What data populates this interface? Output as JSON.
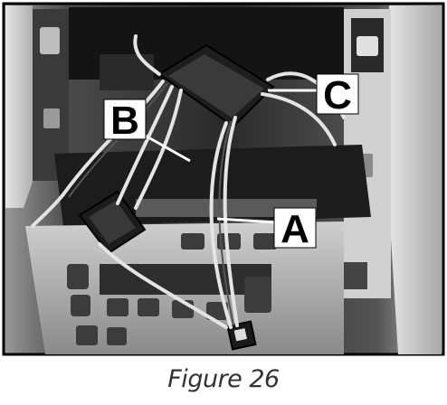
{
  "figure": {
    "callouts": [
      {
        "id": "A",
        "label": "A"
      },
      {
        "id": "B",
        "label": "B"
      },
      {
        "id": "C",
        "label": "C"
      }
    ],
    "caption": "Figure 26"
  },
  "colors": {
    "photo_dark": "#1a1a1a",
    "photo_mid": "#6e6e6e",
    "photo_light": "#d8d8d8",
    "label_fill": "#ffffff",
    "label_text": "#000000"
  }
}
